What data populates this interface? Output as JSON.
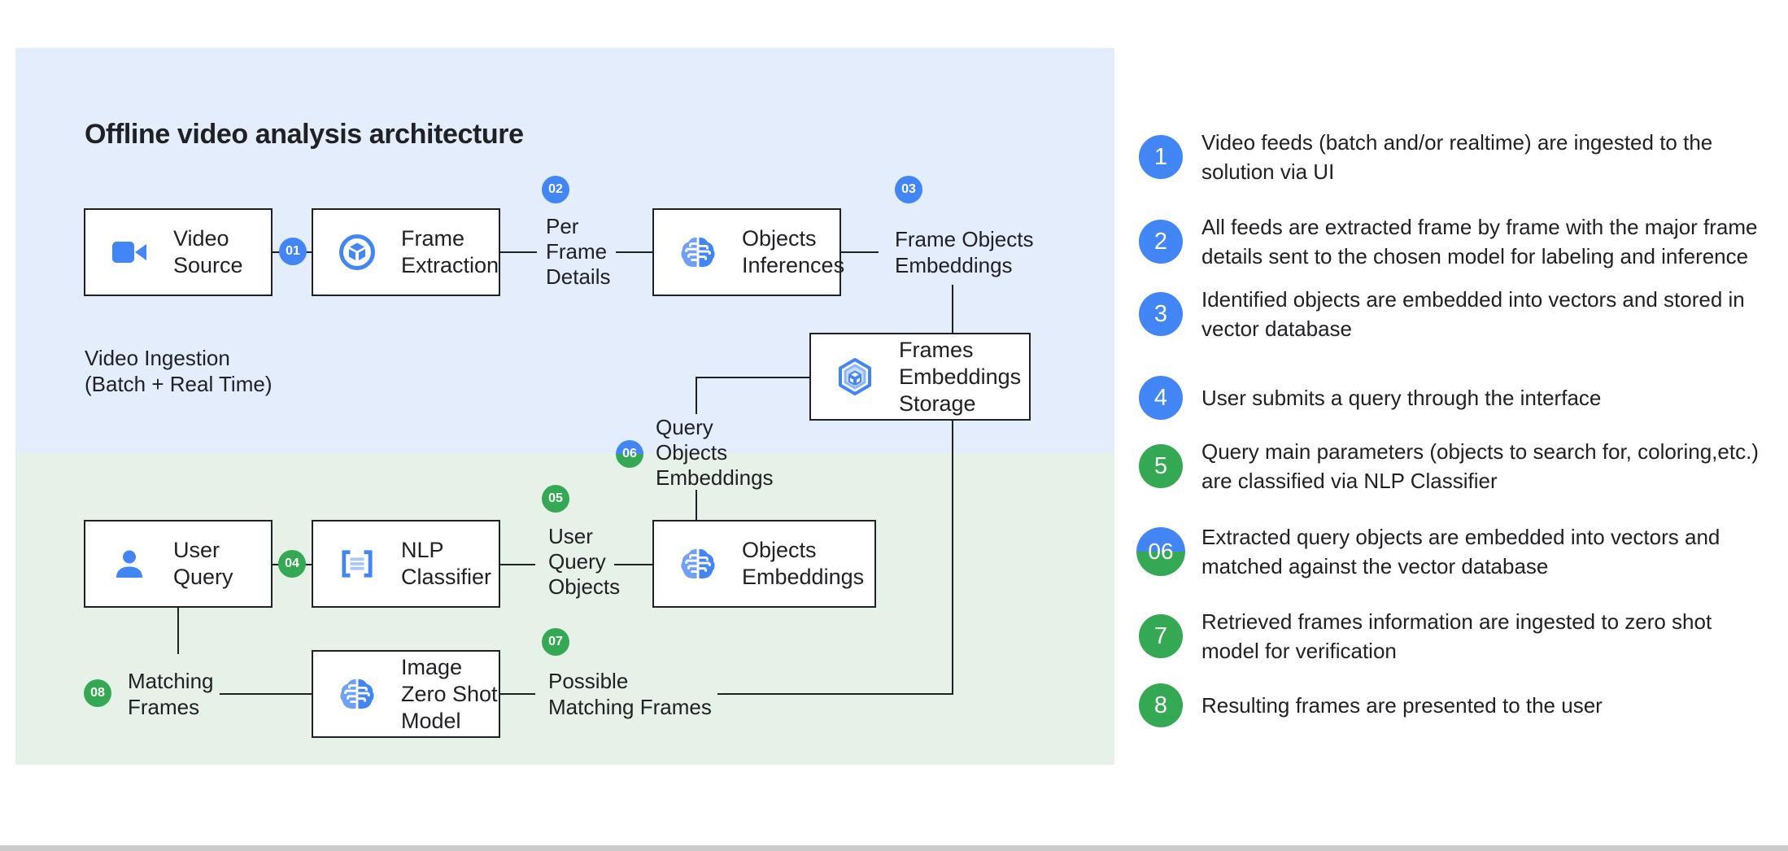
{
  "title": "Offline video analysis architecture",
  "colors": {
    "accent_blue": "#4285F4",
    "accent_green": "#34A853",
    "panel_blue_bg": "#E4EDFC",
    "panel_green_bg": "#E6F1E8",
    "line": "#202124",
    "icon_light_blue": "#A9C7FA"
  },
  "diagram": {
    "ingestion_caption": [
      "Video Ingestion",
      "(Batch + Real Time)"
    ],
    "boxes": {
      "video_source": {
        "label": [
          "Video",
          "Source"
        ],
        "icon": "videocam-icon"
      },
      "frame_extraction": {
        "label": [
          "Frame",
          "Extraction"
        ],
        "icon": "frame-extraction-icon"
      },
      "objects_inferences": {
        "label": [
          "Objects",
          "Inferences"
        ],
        "icon": "brain-icon"
      },
      "frames_embeddings_storage": {
        "label": [
          "Frames",
          "Embeddings",
          "Storage"
        ],
        "icon": "storage-hexagon-icon"
      },
      "user_query": {
        "label": [
          "User",
          "Query"
        ],
        "icon": "person-icon"
      },
      "nlp_classifier": {
        "label": [
          "NLP",
          "Classifier"
        ],
        "icon": "nlp-brackets-icon"
      },
      "objects_embeddings": {
        "label": [
          "Objects",
          "Embeddings"
        ],
        "icon": "brain-icon"
      },
      "image_zero_shot": {
        "label": [
          "Image",
          "Zero Shot",
          "Model"
        ],
        "icon": "brain-icon"
      }
    },
    "labels": {
      "per_frame_details": [
        "Per",
        "Frame",
        "Details"
      ],
      "frame_objects_embeddings": [
        "Frame Objects",
        "Embeddings"
      ],
      "query_objects_embeddings": [
        "Query",
        "Objects",
        "Embeddings"
      ],
      "user_query_objects": [
        "User",
        "Query",
        "Objects"
      ],
      "possible_matching_frames": [
        "Possible",
        "Matching Frames"
      ],
      "matching_frames": [
        "Matching",
        "Frames"
      ]
    },
    "badges": [
      {
        "label": "01",
        "color": "blue"
      },
      {
        "label": "02",
        "color": "blue"
      },
      {
        "label": "03",
        "color": "blue"
      },
      {
        "label": "04",
        "color": "green"
      },
      {
        "label": "05",
        "color": "green"
      },
      {
        "label": "06",
        "color": "split"
      },
      {
        "label": "07",
        "color": "green"
      },
      {
        "label": "08",
        "color": "green"
      }
    ]
  },
  "legend": {
    "items": [
      {
        "badge": "1",
        "badge_color": "blue",
        "lines": [
          "Video feeds (batch and/or realtime) are ingested to the",
          "solution via UI"
        ]
      },
      {
        "badge": "2",
        "badge_color": "blue",
        "lines": [
          "All feeds are extracted frame by frame with the major frame",
          "details sent to the chosen model for labeling and inference"
        ]
      },
      {
        "badge": "3",
        "badge_color": "blue",
        "lines": [
          "Identified objects are embedded into vectors and stored in",
          "vector database"
        ]
      },
      {
        "badge": "4",
        "badge_color": "blue",
        "lines": [
          "User submits a query through the interface"
        ]
      },
      {
        "badge": "5",
        "badge_color": "green",
        "lines": [
          "Query main parameters (objects to search for, coloring,etc.)",
          "are classified via NLP Classifier"
        ]
      },
      {
        "badge": "06",
        "badge_color": "split",
        "lines": [
          "Extracted query objects are embedded into vectors and",
          "matched against the vector database"
        ]
      },
      {
        "badge": "7",
        "badge_color": "green",
        "lines": [
          "Retrieved frames information are ingested to zero shot",
          "model for verification"
        ]
      },
      {
        "badge": "8",
        "badge_color": "green",
        "lines": [
          "Resulting frames are presented to the user"
        ]
      }
    ]
  }
}
